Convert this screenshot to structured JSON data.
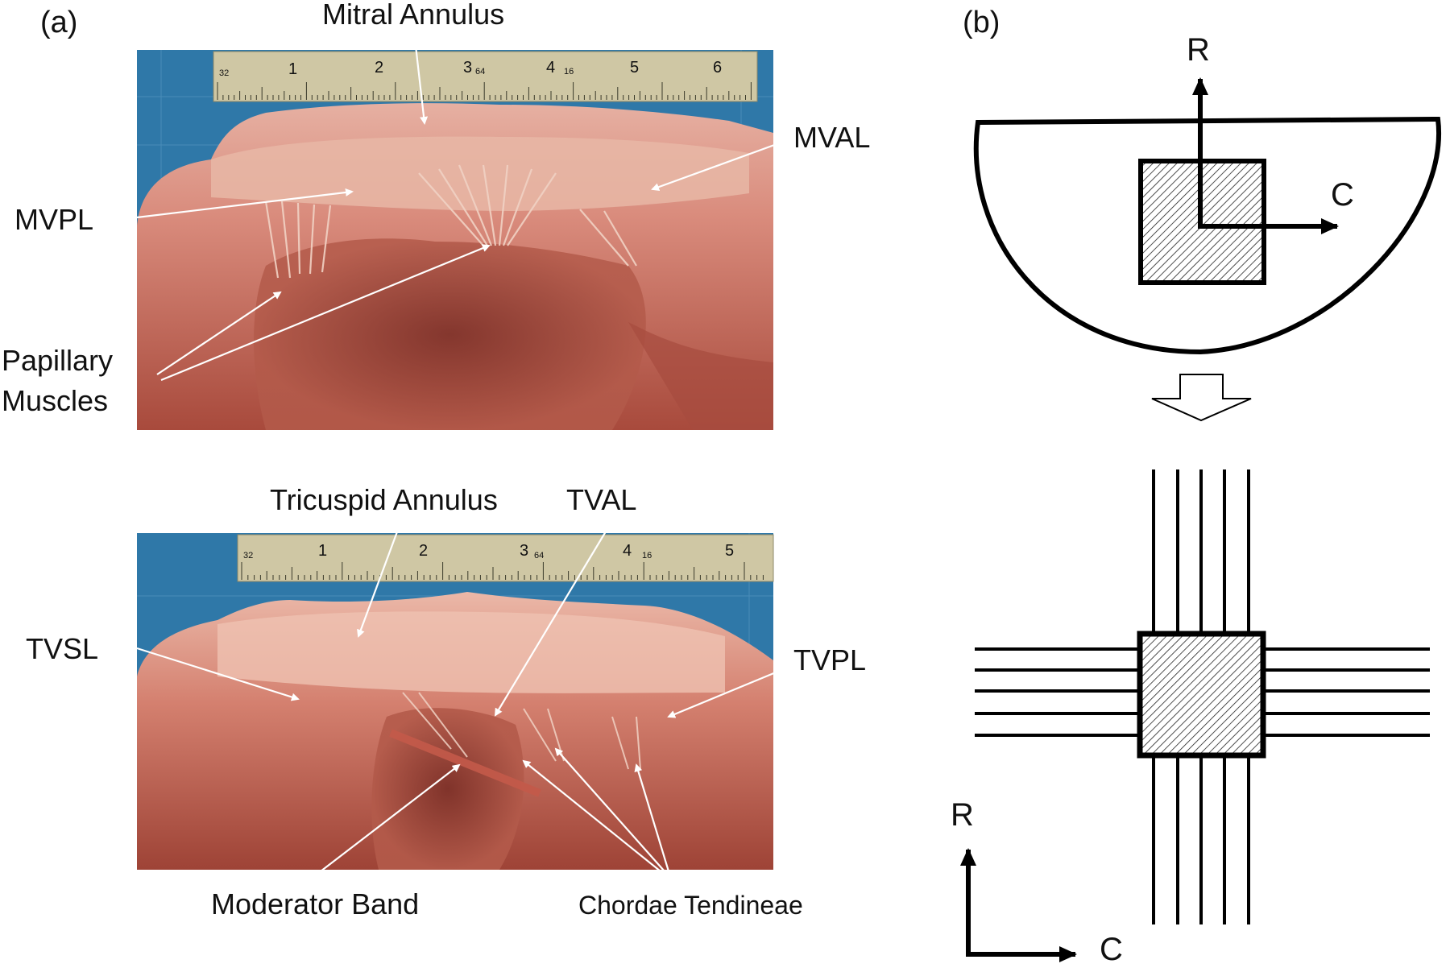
{
  "panel_a": {
    "tag": "(a)",
    "photo_top": {
      "ruler_numbers": [
        "1",
        "2",
        "3",
        "4",
        "5",
        "6"
      ],
      "ruler_small": [
        "32",
        "64",
        "16"
      ],
      "labels": {
        "mitral_annulus": "Mitral Annulus",
        "mval": "MVAL",
        "mvpl": "MVPL",
        "papillary_1": "Papillary",
        "papillary_2": "Muscles"
      }
    },
    "photo_bottom": {
      "ruler_numbers": [
        "1",
        "2",
        "3",
        "4",
        "5"
      ],
      "ruler_small": [
        "32",
        "64",
        "16"
      ],
      "labels": {
        "tricuspid_annulus": "Tricuspid Annulus",
        "tval": "TVAL",
        "tvsl": "TVSL",
        "tvpl": "TVPL",
        "moderator_band": "Moderator Band",
        "chordae_tendineae": "Chordae Tendineae"
      }
    }
  },
  "panel_b": {
    "tag": "(b)",
    "axis_r": "R",
    "axis_c": "C"
  },
  "colors": {
    "tissue": "#c2604f",
    "tissue_light": "#e8a898",
    "mat_blue": "#2f78a8",
    "ruler": "#cfc7a4"
  }
}
